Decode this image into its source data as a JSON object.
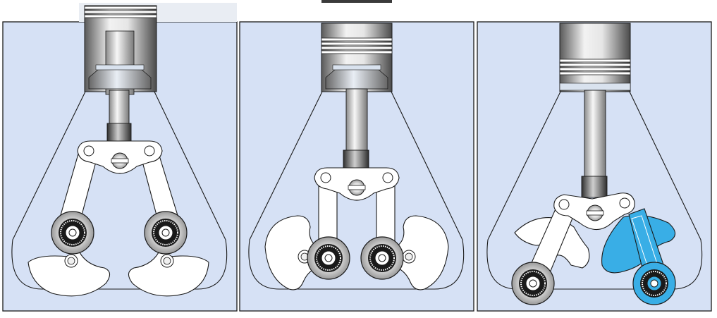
{
  "figure": {
    "description_free": true,
    "panels": [
      {
        "id": "panel-1",
        "stroke_phase": "piston-top",
        "piston_level": 0.0,
        "blue_highlight": false
      },
      {
        "id": "panel-2",
        "stroke_phase": "piston-mid",
        "piston_level": 0.5,
        "blue_highlight": false
      },
      {
        "id": "panel-3",
        "stroke_phase": "piston-bottom",
        "piston_level": 1.0,
        "blue_highlight": true
      }
    ]
  },
  "colors": {
    "panel_background": "#d6e1f5",
    "panel_border": "#1a1a1a",
    "part_fill": "#ffffff",
    "part_stroke": "#1a1a1a",
    "piston_light": "#f2f2f2",
    "piston_dark": "#5a5a5a",
    "rod_light": "#f7f7f7",
    "rod_dark": "#8a8a8a",
    "nut_dark": "#3a3a3a",
    "nut_light": "#cfcfcf",
    "highlight_blue": "#39aee6"
  }
}
